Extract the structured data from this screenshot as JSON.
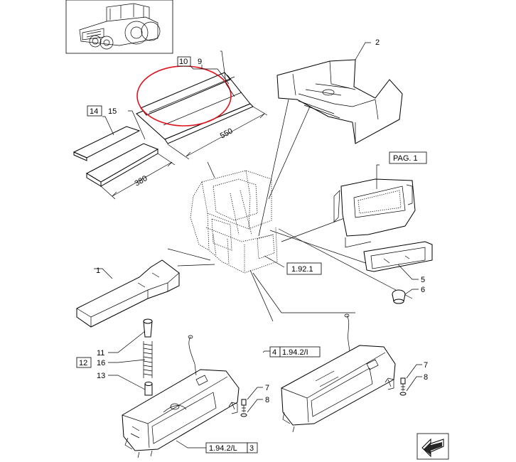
{
  "labels": {
    "p1": "1",
    "p2": "2",
    "p3": "3",
    "p4": "4",
    "p5": "5",
    "p6": "6",
    "p7a": "7",
    "p8a": "8",
    "p7b": "7",
    "p8b": "8",
    "p9": "9",
    "p10": "10",
    "p11": "11",
    "p12": "12",
    "p13": "13",
    "p14": "14",
    "p15": "15",
    "p16": "16"
  },
  "refs": {
    "pag1": "PAG. 1",
    "r1921": "1.92.1",
    "r194l_top": "1.94.2/I",
    "r194l_bottom": "1.94.2/L"
  },
  "dimensions": {
    "d550": "550",
    "d380": "380"
  },
  "colors": {
    "highlight": "#e0141e",
    "line": "#000000"
  }
}
